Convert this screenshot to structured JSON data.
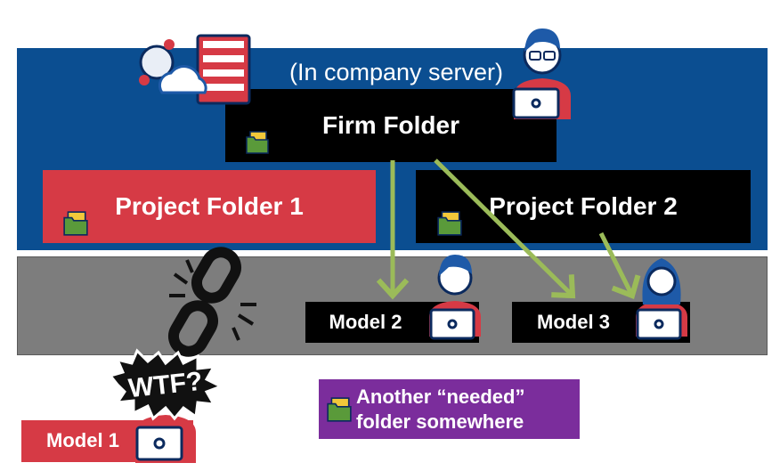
{
  "server": {
    "caption": "(In company server)"
  },
  "folders": {
    "firm": "Firm Folder",
    "project1": "Project Folder 1",
    "project2": "Project Folder 2",
    "another_line1": "Another “needed”",
    "another_line2": "folder somewhere"
  },
  "models": {
    "model1": "Model 1",
    "model2": "Model 2",
    "model3": "Model 3"
  },
  "badge": {
    "text": "WTF?"
  },
  "colors": {
    "server_blue": "#0b4e91",
    "local_gray": "#7d7d7d",
    "red": "#d63a45",
    "purple": "#7b2d9c",
    "arrow_green": "#9bbb59",
    "folder_green": "#5a9a3a",
    "folder_yellow": "#f2c83a"
  },
  "icons": [
    "cloud-server-icon",
    "user-laptop-icon",
    "folder-icon",
    "broken-chain-icon",
    "speech-burst-icon"
  ]
}
